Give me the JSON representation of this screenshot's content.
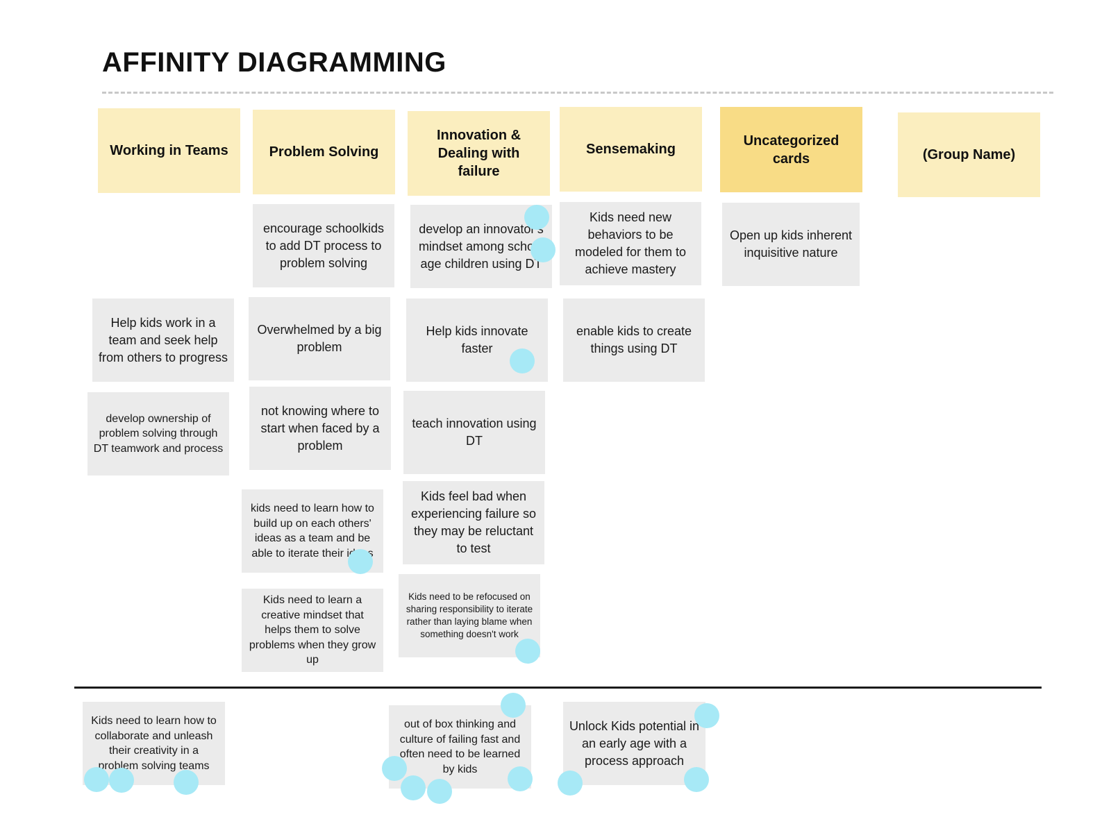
{
  "title": "AFFINITY DIAGRAMMING",
  "colors": {
    "header_default": "#fbeebf",
    "header_uncategorized": "#f8dc86",
    "card": "#ebebeb",
    "dot": "#a7e9f6"
  },
  "headers": {
    "working_in_teams": "Working in Teams",
    "problem_solving": "Problem Solving",
    "innovation": "Innovation & Dealing with failure",
    "sensemaking": "Sensemaking",
    "uncategorized": "Uncategorized cards",
    "group_name": "(Group Name)"
  },
  "cards": {
    "teams_1": "Help kids work in a team and seek help from others to progress",
    "teams_2": "develop ownership of problem solving through DT teamwork and process",
    "problem_1": "encourage schoolkids to add DT process to problem solving",
    "problem_2": "Overwhelmed by a big problem",
    "problem_3": "not knowing where to start when faced by a problem",
    "problem_4": "kids need to learn how to build up on each others' ideas as a team and be able to iterate their ideas",
    "problem_5": "Kids need to learn a creative mindset that helps them to solve problems when they grow up",
    "innovation_1": "develop an innovator's mindset among school age children using DT",
    "innovation_2": "Help kids innovate faster",
    "innovation_3": "teach innovation using DT",
    "innovation_4": "Kids feel bad when experiencing failure so they may be reluctant to test",
    "innovation_5": "Kids need to be refocused on sharing responsibility to iterate rather than laying blame when something doesn't work",
    "sense_1": "Kids need new behaviors to be modeled for them to achieve mastery",
    "sense_2": "enable kids to create things using DT",
    "uncat_1": "Open up kids inherent inquisitive nature",
    "below_1": "Kids need to learn how to collaborate and unleash their creativity in a problem solving teams",
    "below_2": "out of box thinking and culture of failing fast and often need to be learned  by kids",
    "below_3": "Unlock Kids potential in an early age with a process approach"
  }
}
